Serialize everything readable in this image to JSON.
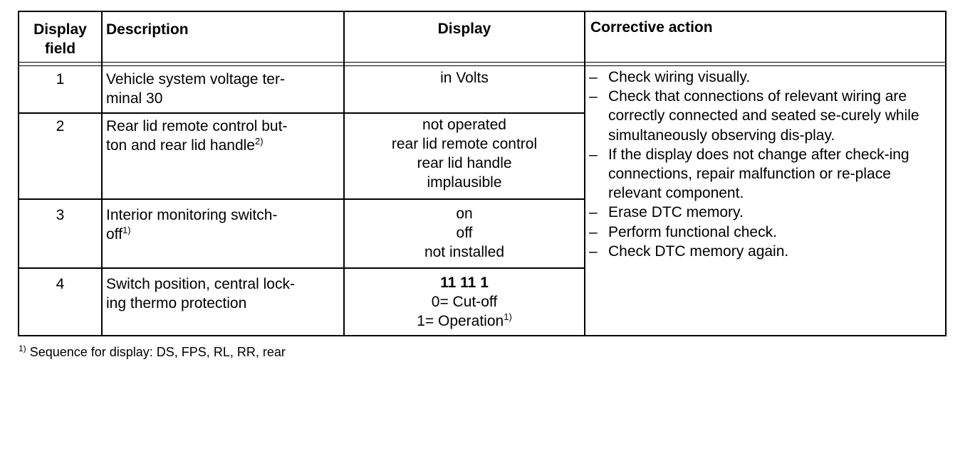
{
  "table": {
    "headers": {
      "field": "Display field",
      "description": "Description",
      "display": "Display",
      "corrective": "Corrective action"
    },
    "rows": [
      {
        "field": "1",
        "description": "Vehicle system voltage ter-minal 30",
        "description_line1": "Vehicle system voltage ter-",
        "description_line2": "minal 30",
        "display_lines": [
          "in Volts"
        ]
      },
      {
        "field": "2",
        "description_line1": "Rear lid remote control but-",
        "description_line2": "ton and rear lid handle",
        "description_sup": "2)",
        "display_lines": [
          "not operated",
          "rear lid remote control",
          "rear lid handle",
          "implausible"
        ]
      },
      {
        "field": "3",
        "description_line1": "Interior monitoring switch-",
        "description_line2": "off",
        "description_sup": "1)",
        "display_lines": [
          "on",
          "off",
          "not installed"
        ]
      },
      {
        "field": "4",
        "description_line1": "Switch position, central lock-",
        "description_line2": "ing thermo protection",
        "display_lines": [
          "11 11 1",
          "0= Cut-off",
          "1= Operation"
        ],
        "display_sup": "1)"
      }
    ],
    "corrective_actions": [
      "Check wiring visually.",
      "Check that connections of relevant wiring are correctly connected and seated se-curely while simultaneously observing dis-play.",
      "If the display does not change after check-ing connections, repair malfunction or re-place relevant component.",
      "Erase DTC memory.",
      "Perform functional check.",
      "Check DTC memory again."
    ]
  },
  "footnote": {
    "marker": "1)",
    "text": "Sequence for display: DS, FPS, RL, RR, rear"
  }
}
